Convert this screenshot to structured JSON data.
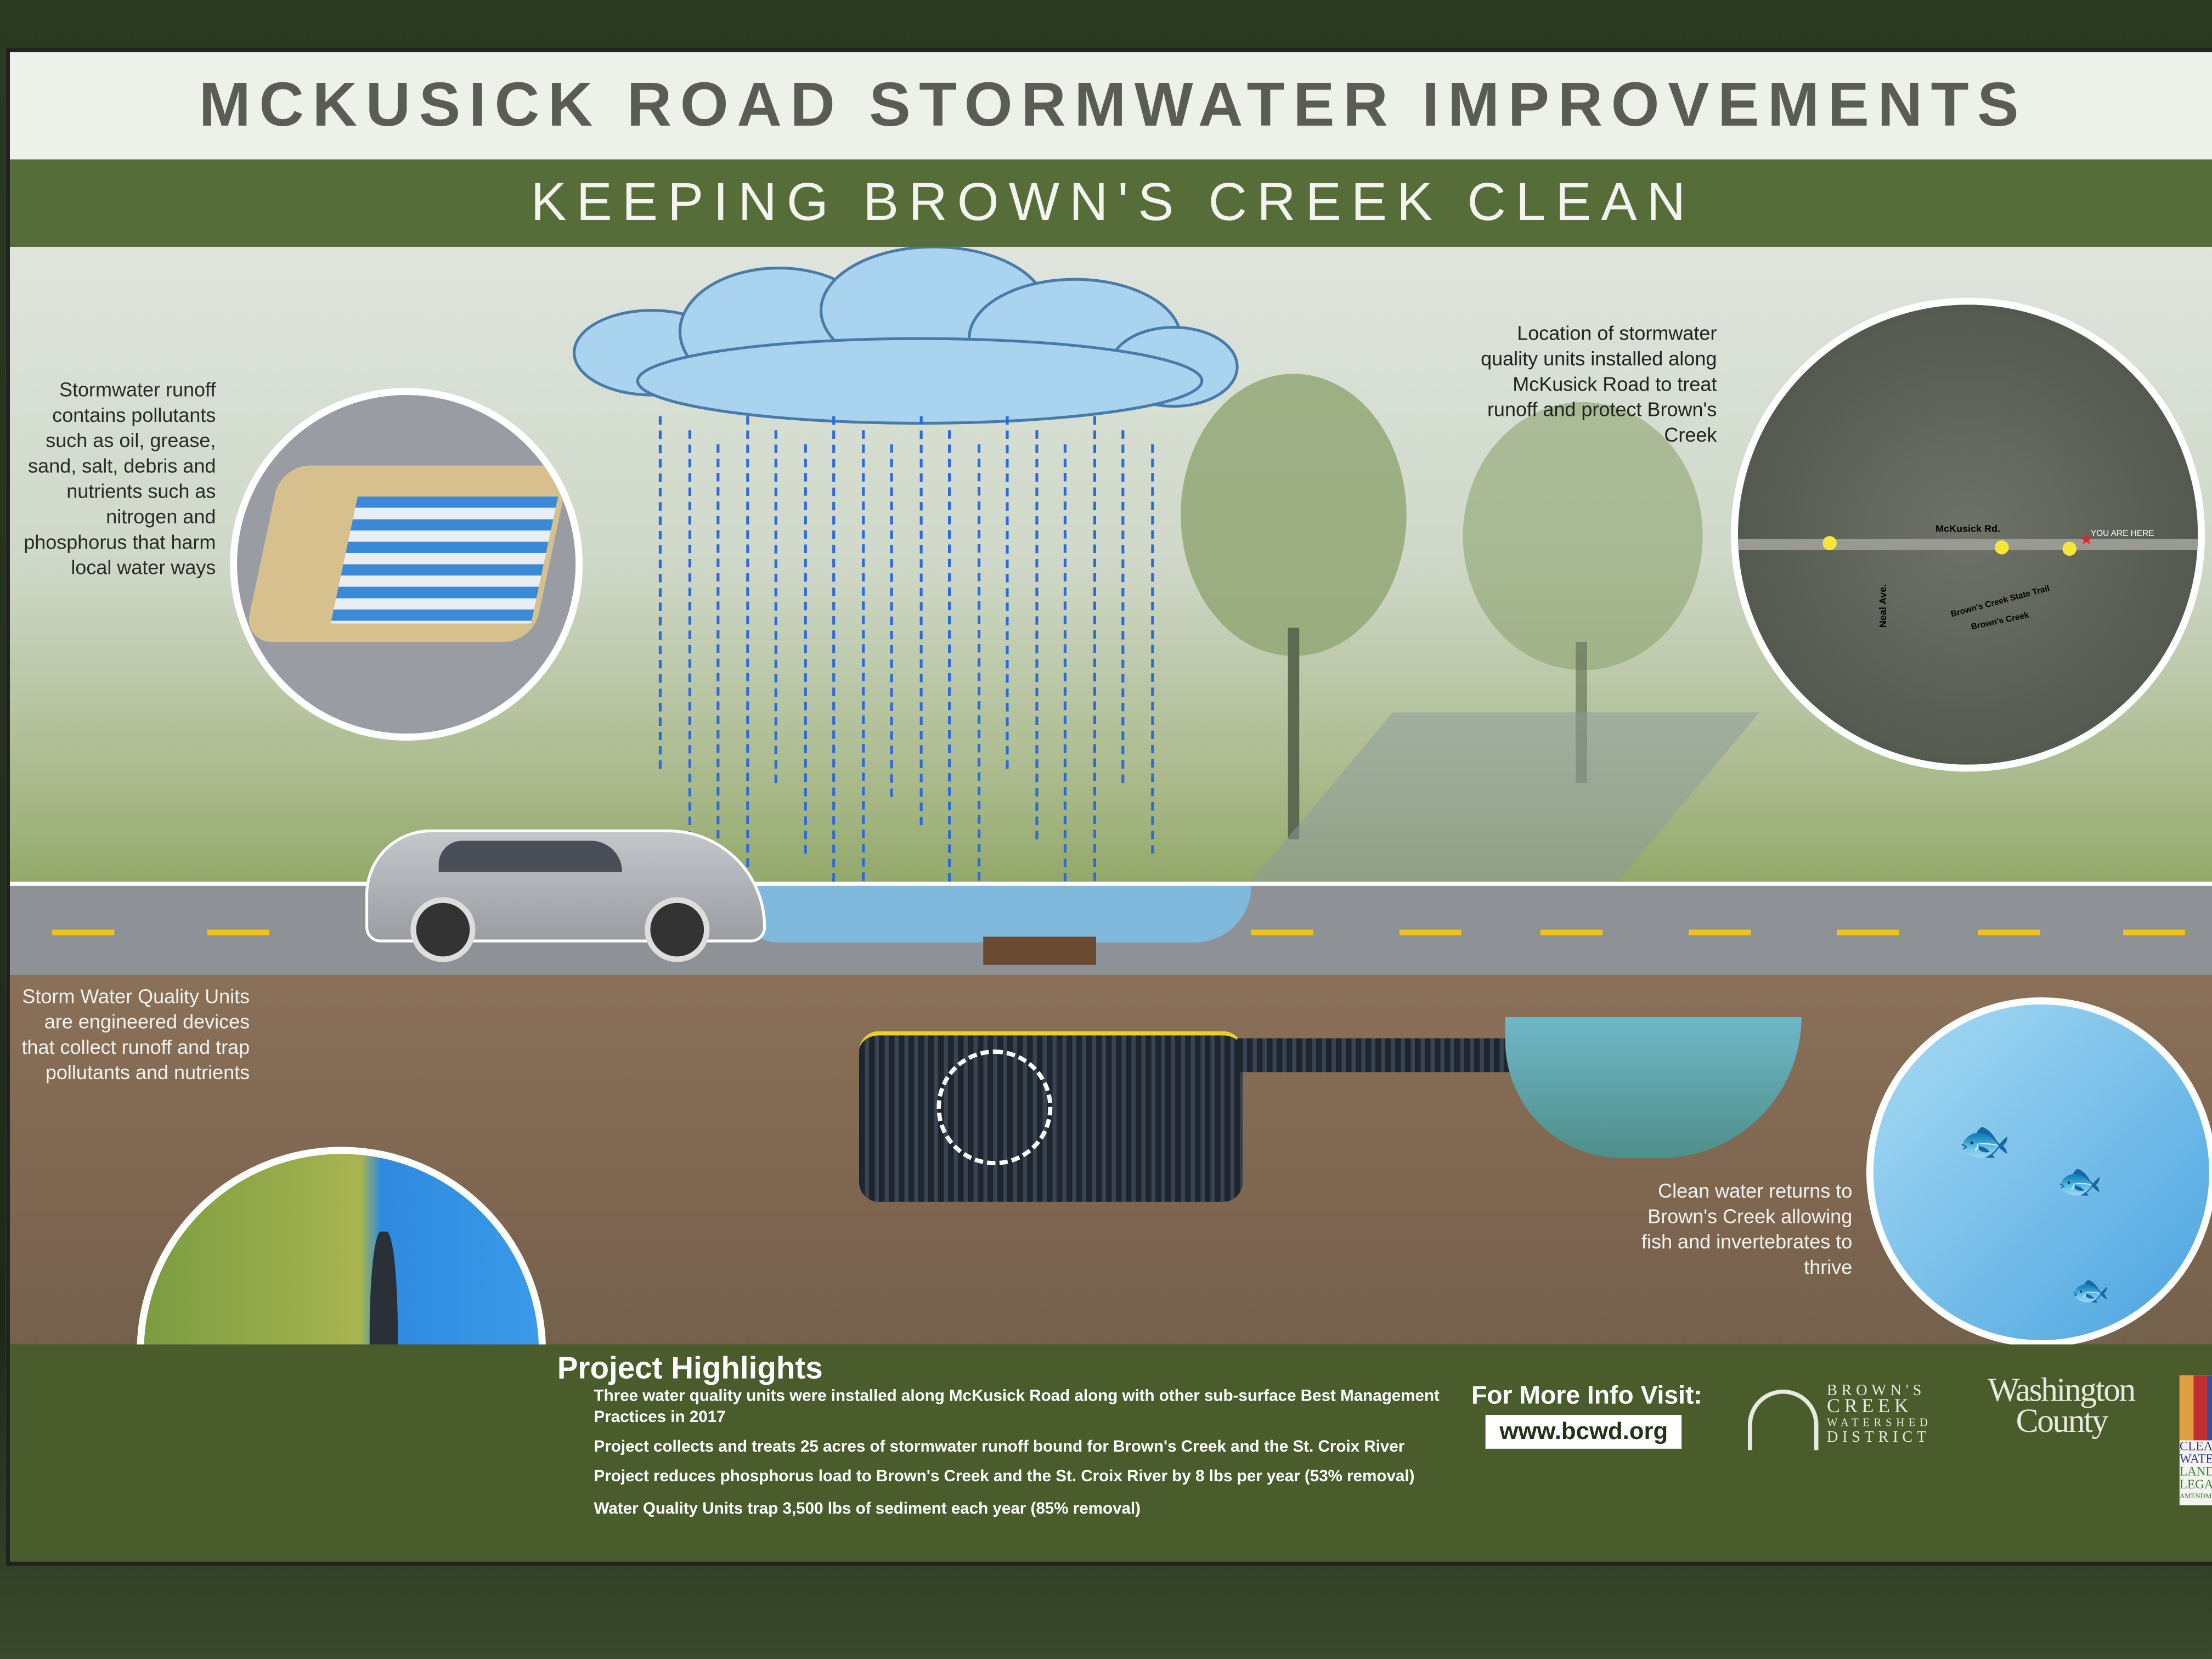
{
  "header": {
    "title": "MCKUSICK ROAD STORMWATER IMPROVEMENTS",
    "subtitle": "KEEPING BROWN'S CREEK CLEAN"
  },
  "callouts": {
    "pollutants": "Stormwater runoff contains pollutants such as oil, grease, sand, salt, debris and nutrients such as nitrogen and phosphorus that harm local water ways",
    "units": "Storm Water Quality Units are engineered devices that collect runoff and trap pollutants and nutrients",
    "map": "Location of stormwater quality units installed along McKusick Road to treat runoff and protect Brown's Creek",
    "clean": "Clean water returns to Brown's Creek allowing fish and invertebrates to thrive"
  },
  "map": {
    "labels": {
      "road": "McKusick Rd.",
      "ave": "Neal Ave.",
      "trail": "Brown's Creek State Trail",
      "creek": "Brown's Creek",
      "here": "YOU ARE HERE"
    },
    "unit_count": 3
  },
  "highlights": {
    "title": "Project Highlights",
    "items": [
      "Three water quality units were installed along McKusick Road along with other sub-surface Best Management Practices in 2017",
      "Project collects and treats 25 acres of stormwater runoff bound for Brown's Creek and the St. Croix River",
      "Project reduces phosphorus load to Brown's Creek and the St. Croix River by 8 lbs per year (53% removal)",
      "Water Quality Units trap 3,500 lbs of sediment each year (85% removal)"
    ]
  },
  "info": {
    "label": "For More Info Visit:",
    "url": "www.bcwd.org"
  },
  "logos": {
    "bcwd": [
      "BROWN'S",
      "CREEK",
      "WATERSHED",
      "DISTRICT"
    ],
    "county": [
      "Washington",
      "County"
    ],
    "legacy": [
      "CLEAN",
      "WATER",
      "LAND",
      "LEGACY",
      "AMENDMENT"
    ]
  },
  "colors": {
    "green": "#566d3a",
    "footer": "#4a5b2c",
    "road_line": "#f3c21a",
    "water": "#2f6bd8"
  }
}
